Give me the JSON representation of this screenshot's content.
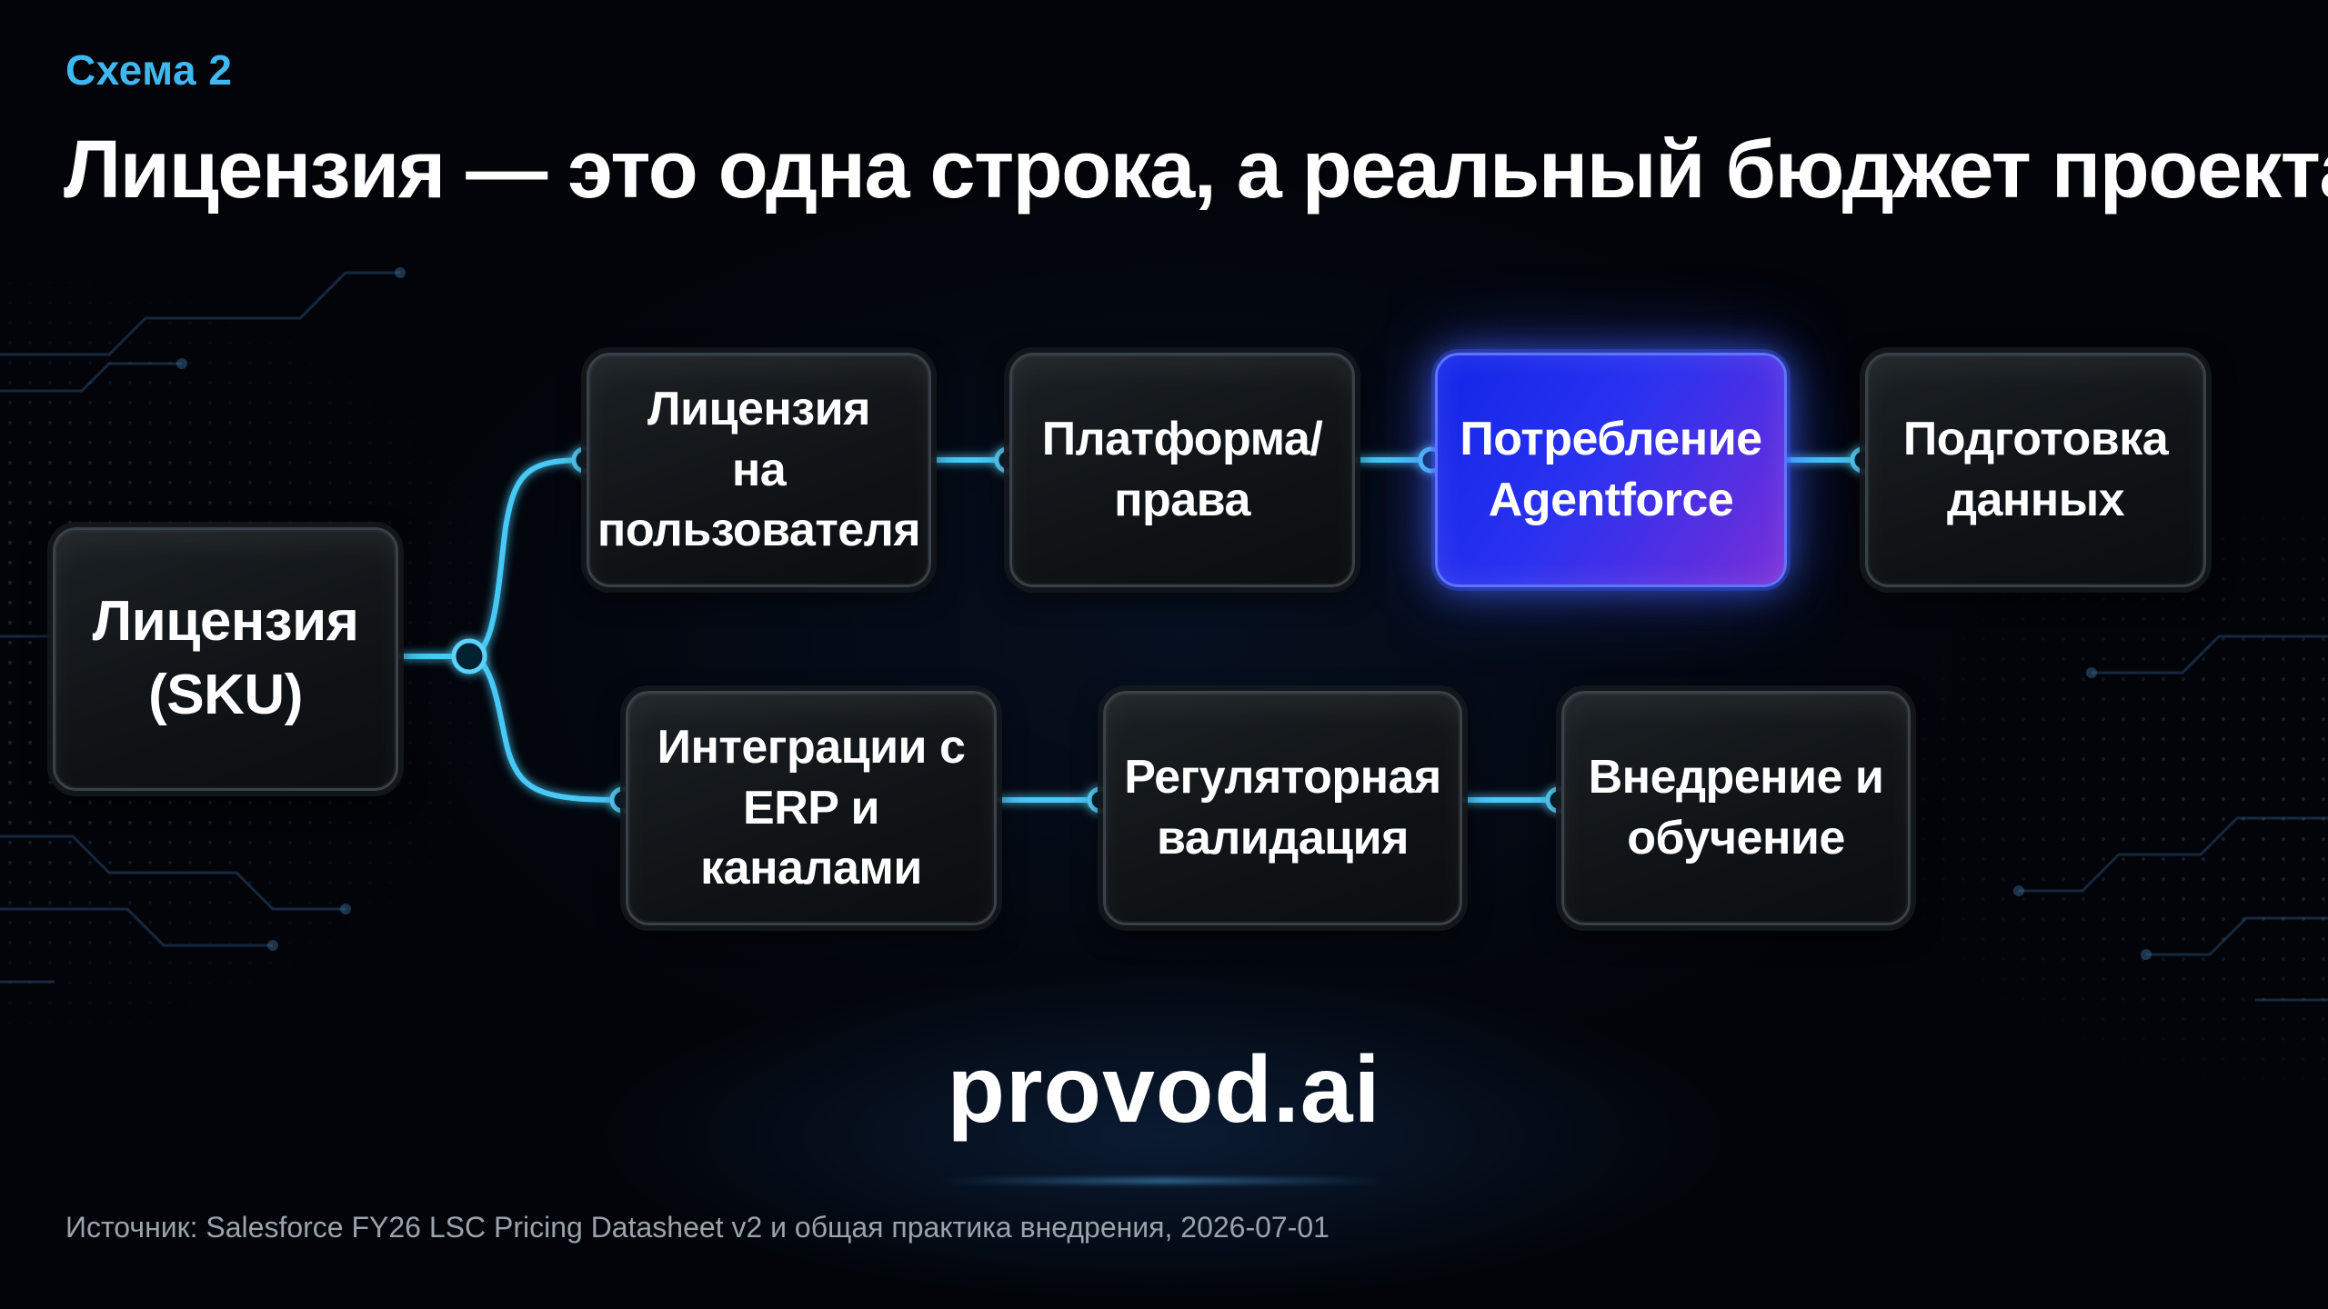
{
  "header": {
    "eyebrow": "Схема 2",
    "title": "Лицензия — это одна строка, а реальный бюджет проекта — пять"
  },
  "diagram": {
    "root": {
      "label": "Лицензия\n(SKU)"
    },
    "top_row": [
      {
        "id": "user-license",
        "label": "Лицензия\nна пользователя"
      },
      {
        "id": "platform-rights",
        "label": "Платформа/\nправа"
      },
      {
        "id": "agentforce-consumption",
        "label": "Потребление\nAgentforce",
        "highlighted": true
      },
      {
        "id": "data-prep",
        "label": "Подготовка\nданных"
      }
    ],
    "bottom_row": [
      {
        "id": "erp-integrations",
        "label": "Интеграции с\nERP и каналами"
      },
      {
        "id": "regulatory-validation",
        "label": "Регуляторная\nвалидация"
      },
      {
        "id": "rollout-training",
        "label": "Внедрение и\nобучение"
      }
    ]
  },
  "footer": {
    "brand": "provod.ai",
    "source": "Источник: Salesforce FY26 LSC Pricing Datasheet v2 и общая практика внедрения, 2026-07-01"
  },
  "colors": {
    "background": "#020409",
    "accent_cyan": "#3fb8f0",
    "connector": "#46c8f5",
    "highlight_start": "#1226e8",
    "highlight_end": "#7a30d8",
    "node_border": "#3a4148"
  }
}
